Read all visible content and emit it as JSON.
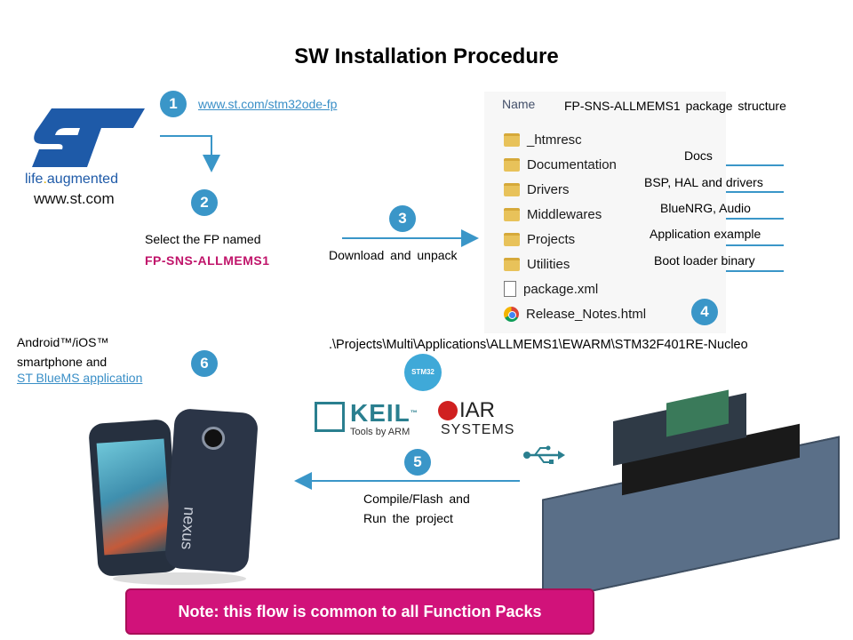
{
  "title": "SW Installation Procedure",
  "st_logo": {
    "brand": "ST",
    "tagline_left": "life",
    "tagline_right": "augmented",
    "site": "www.st.com"
  },
  "steps": [
    "1",
    "2",
    "3",
    "4",
    "5",
    "6"
  ],
  "step1_link": "www.st.com/stm32ode-fp",
  "step2": {
    "line1": "Select the FP named",
    "line2": "FP-SNS-ALLMEMS1"
  },
  "step3_text": "Download and unpack",
  "package": {
    "label": "FP-SNS-ALLMEMS1 package structure",
    "column_header": "Name",
    "files": [
      {
        "name": "_htmresc",
        "type": "folder"
      },
      {
        "name": "Documentation",
        "type": "folder"
      },
      {
        "name": "Drivers",
        "type": "folder"
      },
      {
        "name": "Middlewares",
        "type": "folder"
      },
      {
        "name": "Projects",
        "type": "folder"
      },
      {
        "name": "Utilities",
        "type": "folder"
      },
      {
        "name": "package.xml",
        "type": "file"
      },
      {
        "name": "Release_Notes.html",
        "type": "chrome"
      }
    ],
    "annotations": [
      "Docs",
      "BSP, HAL and drivers",
      "BlueNRG, Audio",
      "Application example",
      "Boot loader binary"
    ]
  },
  "project_path": ".\\Projects\\Multi\\Applications\\ALLMEMS1\\EWARM\\STM32F401RE-Nucleo",
  "step6": {
    "line1": "Android™/iOS™",
    "line2": "smartphone and",
    "link": "ST BlueMS application"
  },
  "tools": {
    "keil": "KEIL",
    "keil_tm": "™",
    "keil_sub": "Tools by ARM",
    "iar_line1": "IAR",
    "iar_line2": "SYSTEMS",
    "stm32": "STM32"
  },
  "phone": {
    "brand": "nexus"
  },
  "step5": {
    "line1": "Compile/Flash and",
    "line2": "Run the project"
  },
  "note": "Note: this flow is common to all Function Packs",
  "colors": {
    "step": "#3a96c8",
    "link": "#3a8fc7",
    "pink": "#c0146a",
    "note_bg": "#d1127a"
  }
}
